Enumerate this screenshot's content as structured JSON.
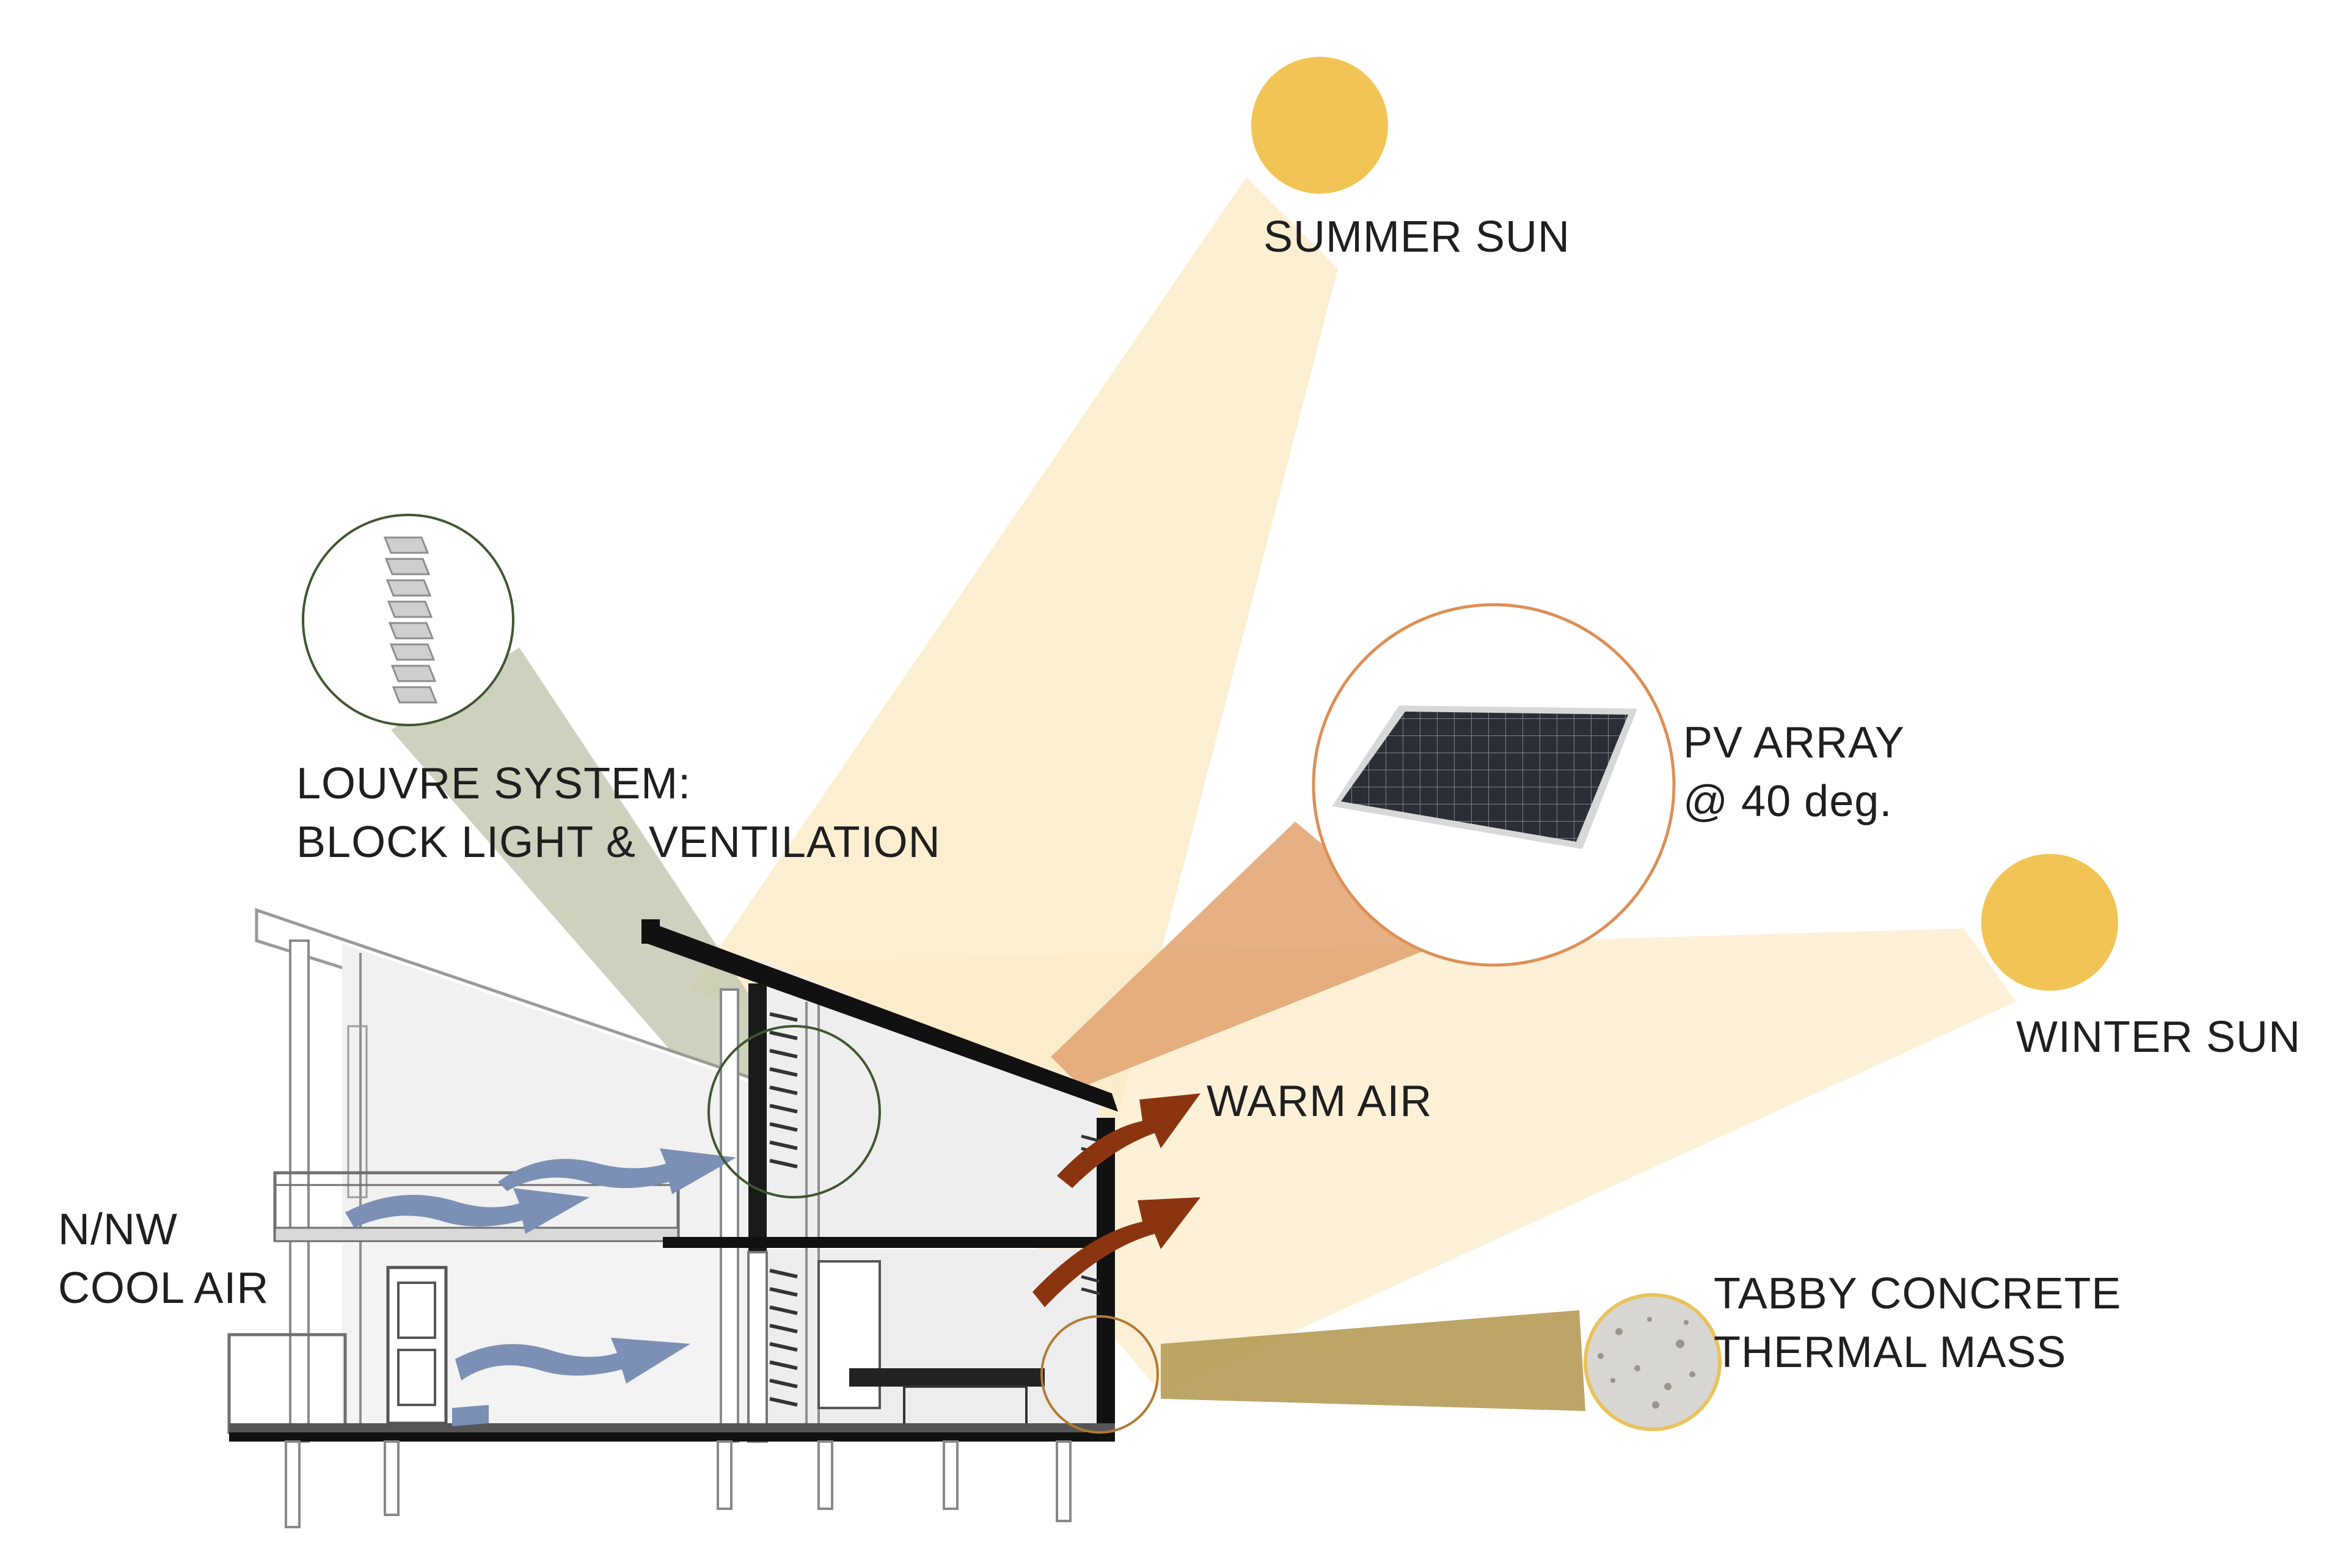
{
  "labels": {
    "summer_sun": "SUMMER SUN",
    "winter_sun": "WINTER SUN",
    "pv_array": [
      "PV ARRAY",
      "@ 40 deg."
    ],
    "louvre": [
      "LOUVRE SYSTEM:",
      "BLOCK LIGHT & VENTILATION"
    ],
    "warm_air": "WARM AIR",
    "cool_air": [
      "N/NW",
      "COOL AIR"
    ],
    "tabby": [
      "TABBY CONCRETE",
      "THERMAL MASS"
    ]
  },
  "colors": {
    "sun": "#f2c455",
    "sun_beam": "#fbecc9",
    "pv_beam": "#e2a26e",
    "pv_ring": "#dd8f56",
    "louvre_beam": "#c4c9b3",
    "louvre_ring": "#3f5730",
    "tabby_beam": "#b59b57",
    "tabby_ring": "#e8c25c",
    "warm_air": "#8b3410",
    "cool_air": "#7c8fb5",
    "structure": "#111111"
  },
  "icons": [
    "summer-sun-icon",
    "winter-sun-icon",
    "pv-panel-icon",
    "louvre-icon",
    "concrete-sample-icon"
  ]
}
